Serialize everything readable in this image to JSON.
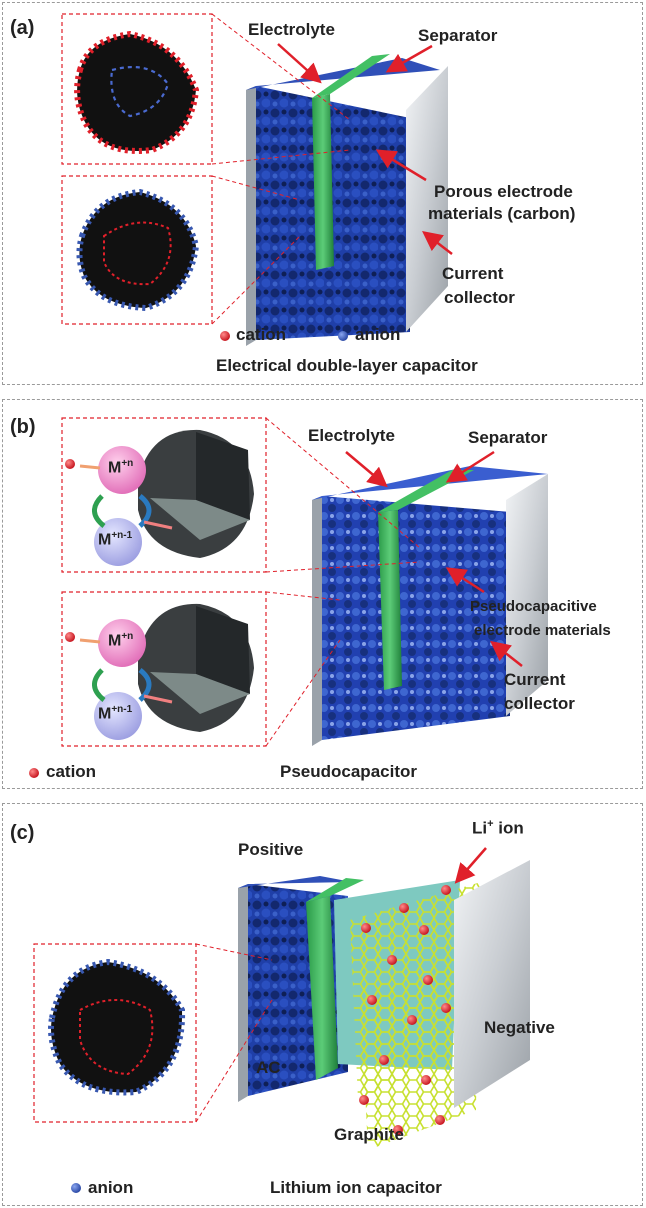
{
  "panel_a": {
    "label": "(a)",
    "electrolyte": "Electrolyte",
    "separator": "Separator",
    "porous_line1": "Porous electrode",
    "porous_line2": "materials (carbon)",
    "collector_line1": "Current",
    "collector_line2": "collector",
    "legend_cation": "cation",
    "legend_anion": "anion",
    "caption": "Electrical double-layer capacitor"
  },
  "panel_b": {
    "label": "(b)",
    "electrolyte": "Electrolyte",
    "separator": "Separator",
    "pseudo_line1": "Pseudocapacitive",
    "pseudo_line2": "electrode materials",
    "collector_line1": "Current",
    "collector_line2": "collector",
    "ion_top": "M",
    "ion_top_sup": "+n",
    "ion_bottom": "M",
    "ion_bottom_sup": "+n-1",
    "legend_cation": "cation",
    "caption": "Pseudocapacitor"
  },
  "panel_c": {
    "label": "(c)",
    "li_ion": "Li",
    "li_ion_sup": "+",
    "li_ion_suffix": " ion",
    "positive": "Positive",
    "negative": "Negative",
    "ac": "AC",
    "graphite": "Graphite",
    "legend_anion": "anion",
    "caption": "Lithium ion capacitor"
  },
  "colors": {
    "cation": "#e0202a",
    "anion": "#3858b0",
    "electrode": "#1f3fa8",
    "separator": "#2eae55",
    "collector": "#c8ccd0",
    "arrow": "#e0202a",
    "graphite": "#d8f040"
  }
}
